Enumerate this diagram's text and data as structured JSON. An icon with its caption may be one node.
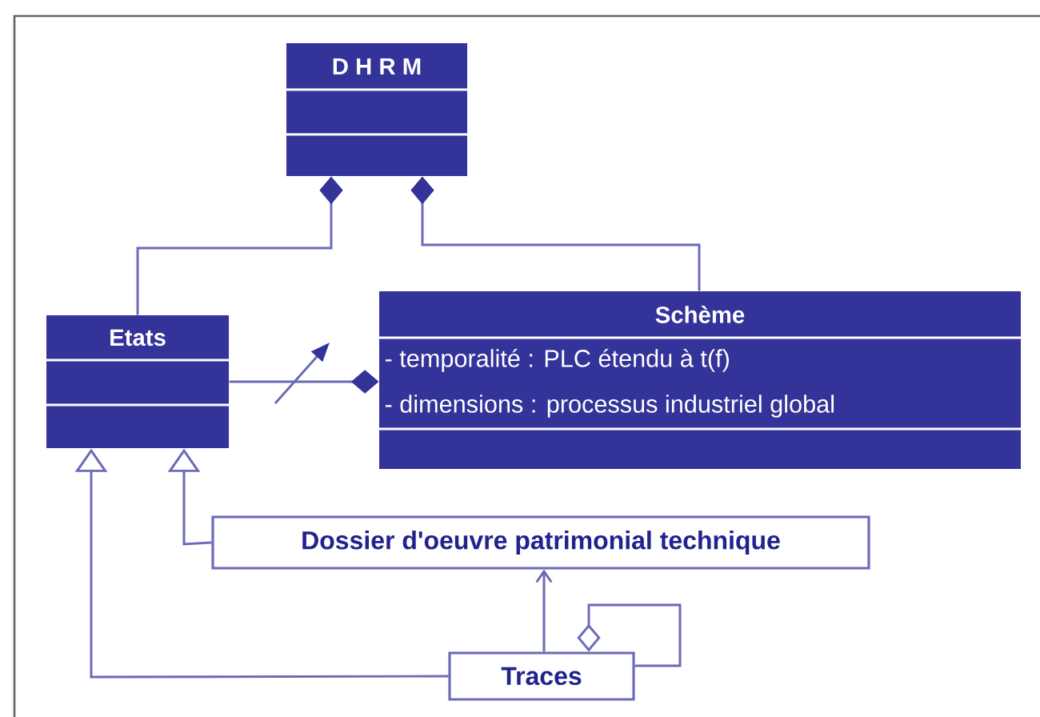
{
  "diagram": {
    "nodes": [
      {
        "text": [
          "D H R M"
        ]
      },
      {
        "text": [
          "Etats"
        ]
      },
      {
        "text": [
          "Schème",
          "- temporalité : PLC étendu à t(f)",
          "- dimensions : processus industriel global"
        ]
      },
      {
        "text": [
          "Dossier d'oeuvre patrimonial technique"
        ]
      },
      {
        "text": [
          "Traces"
        ]
      }
    ],
    "edges": [
      {
        "from": 0,
        "to": 1,
        "arrow": "other"
      },
      {
        "from": 0,
        "to": 2,
        "arrow": "other"
      },
      {
        "from": 1,
        "to": 2,
        "arrow": "other"
      },
      {
        "from": 4,
        "to": 1,
        "arrow": "to"
      },
      {
        "from": 3,
        "to": 1,
        "arrow": "to"
      },
      {
        "from": 4,
        "to": 3,
        "arrow": "to"
      },
      {
        "from": 4,
        "to": 4,
        "arrow": "other"
      }
    ]
  }
}
